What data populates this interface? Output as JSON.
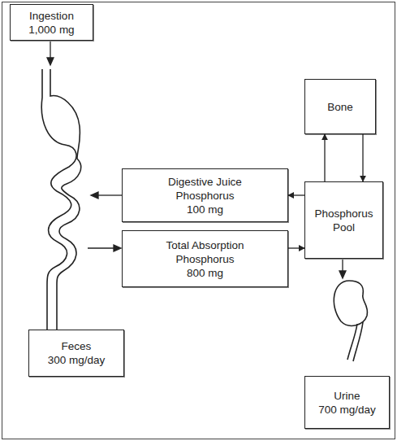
{
  "diagram": {
    "nodes": [
      {
        "text": [
          "Ingestion",
          "1,000 mg"
        ]
      },
      {
        "text": [
          "Bone"
        ]
      },
      {
        "text": [
          "Digestive Juice Phosphorus",
          "100 mg"
        ]
      },
      {
        "text": [
          "Phosphorus Pool"
        ]
      },
      {
        "text": [
          "Total Absorption Phosphorus",
          "800 mg"
        ]
      },
      {
        "text": [
          "Feces",
          "300 mg/day"
        ]
      },
      {
        "text": [
          "Urine",
          "700 mg/day"
        ]
      }
    ],
    "edges": [
      {
        "from": 3,
        "to": 2,
        "arrow": "to"
      },
      {
        "from": 4,
        "to": 3,
        "arrow": "to"
      },
      {
        "from": 3,
        "to": 1,
        "arrow": "to"
      },
      {
        "from": 1,
        "to": 3,
        "arrow": "to"
      }
    ]
  }
}
